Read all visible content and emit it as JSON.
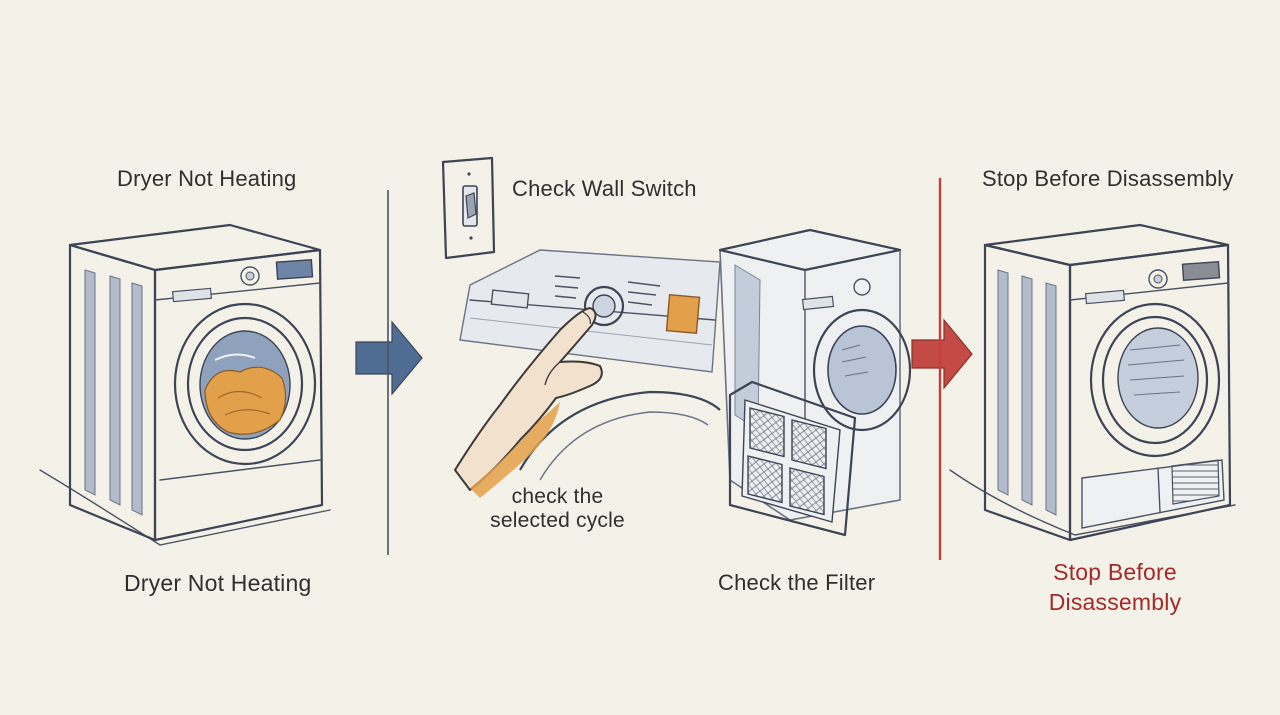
{
  "panels": {
    "left": {
      "title": "Dryer Not Heating",
      "caption": "Dryer Not Heating"
    },
    "middle": {
      "title": "Check Wall Switch",
      "cycle_note_line1": "check the",
      "cycle_note_line2": "selected cycle",
      "caption": "Check the Filter"
    },
    "right": {
      "title": "Stop Before Disassembly",
      "caption_line1": "Stop Before",
      "caption_line2": "Disassembly"
    }
  },
  "colors": {
    "background": "#f4f1e8",
    "arrow_blue": "#4f6d93",
    "arrow_red": "#c44b45",
    "divider_red": "#c0403c",
    "laundry_orange": "#e2a04a",
    "warning_text": "#a32a2a"
  },
  "icons": [
    "dryer-icon",
    "wall-switch-icon",
    "hand-icon",
    "lint-filter-icon",
    "arrow-right-icon"
  ]
}
